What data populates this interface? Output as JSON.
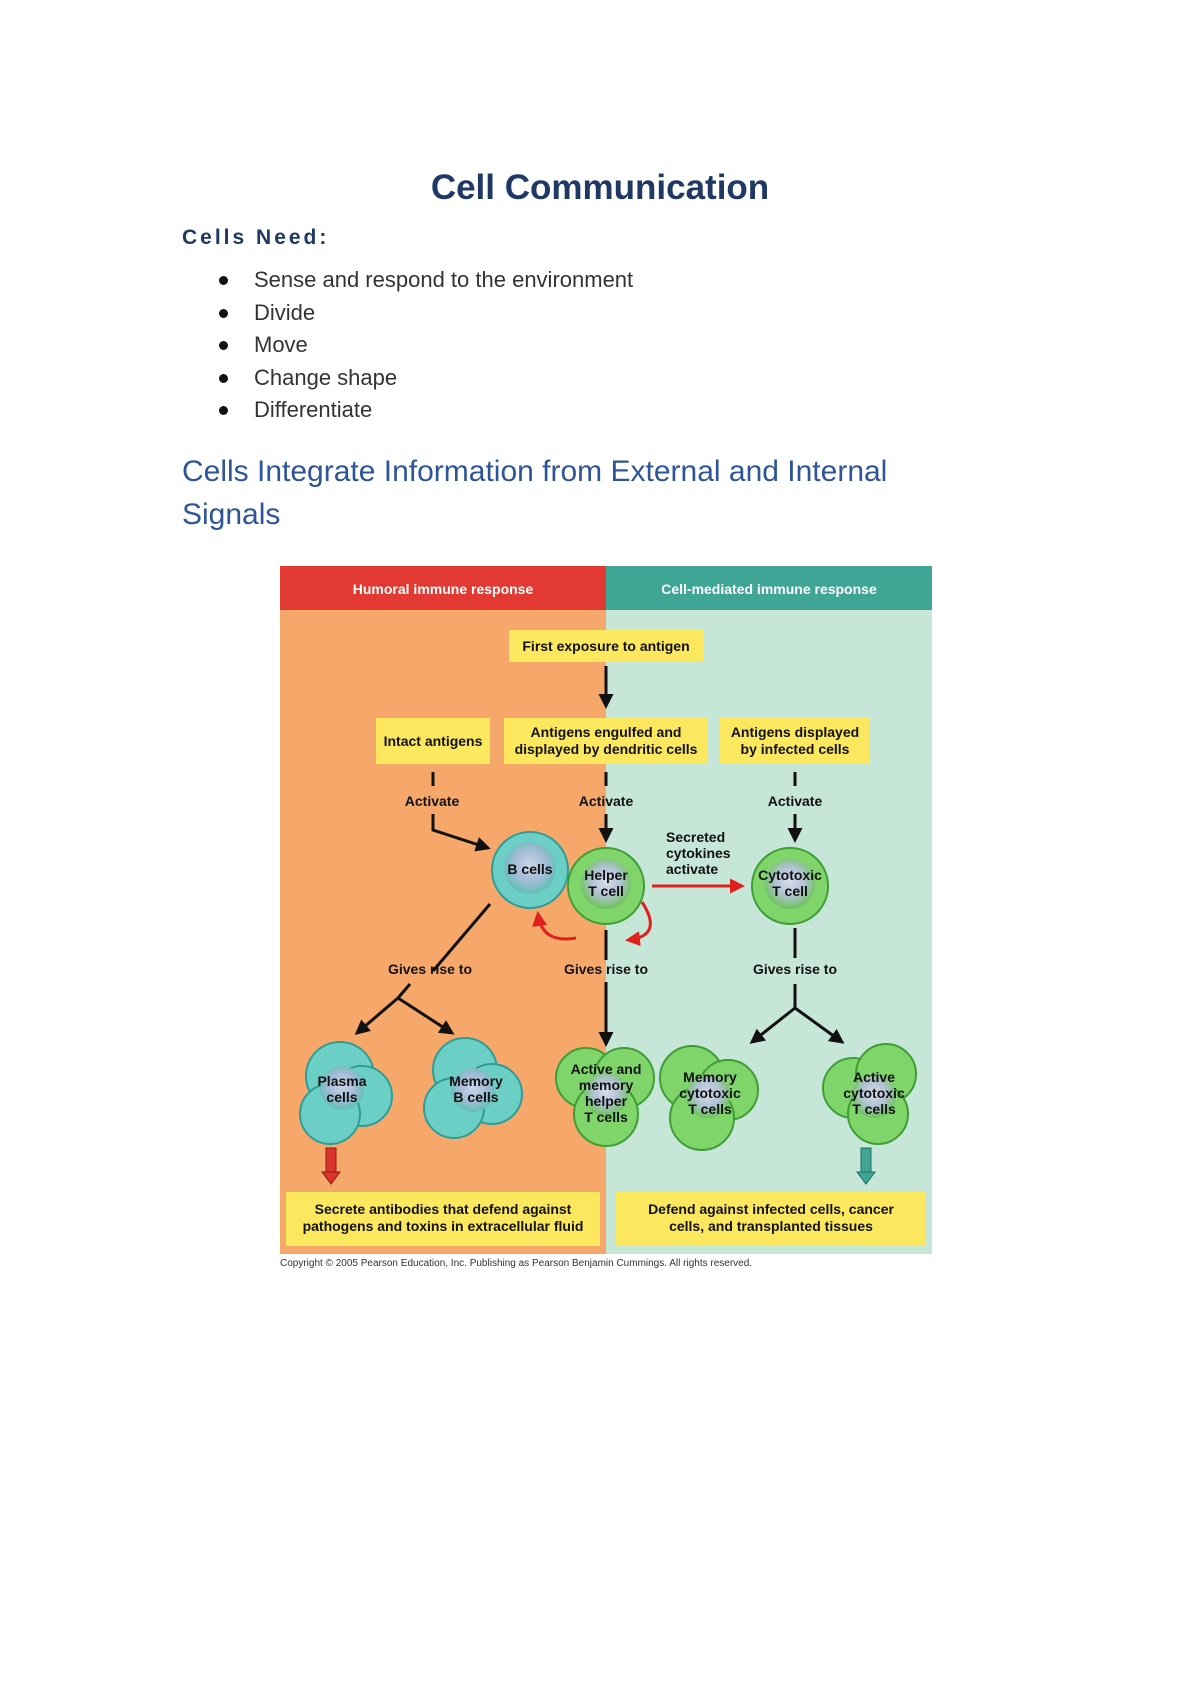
{
  "document": {
    "title": "Cell Communication",
    "subheading": "Cells Need:",
    "bullets": [
      "Sense and respond to the environment",
      "Divide",
      "Move",
      "Change shape",
      "Differentiate"
    ],
    "section_heading": "Cells Integrate Information from External and Internal Signals"
  },
  "figure": {
    "humoral_header": "Humoral immune response",
    "cell_mediated_header": "Cell-mediated immune response",
    "first_exposure": "First exposure to antigen",
    "intact_antigens": "Intact antigens",
    "engulfed_line1": "Antigens engulfed and",
    "engulfed_line2": "displayed by dendritic cells",
    "infected_line1": "Antigens displayed",
    "infected_line2": "by infected cells",
    "activate": "Activate",
    "secreted_line1": "Secreted",
    "secreted_line2": "cytokines",
    "secreted_line3": "activate",
    "b_cells": "B cells",
    "helper_line1": "Helper",
    "helper_line2": "T cell",
    "cytotoxic_line1": "Cytotoxic",
    "cytotoxic_line2": "T cell",
    "gives_rise_to": "Gives rise to",
    "plasma_line1": "Plasma",
    "plasma_line2": "cells",
    "memory_b_line1": "Memory",
    "memory_b_line2": "B cells",
    "active_memory_line1": "Active and",
    "active_memory_line2": "memory",
    "active_memory_line3": "helper",
    "active_memory_line4": "T cells",
    "memory_cyto_line1": "Memory",
    "memory_cyto_line2": "cytotoxic",
    "memory_cyto_line3": "T cells",
    "active_cyto_line1": "Active",
    "active_cyto_line2": "cytotoxic",
    "active_cyto_line3": "T cells",
    "secrete_line1": "Secrete antibodies that defend against",
    "secrete_line2": "pathogens and toxins in extracellular fluid",
    "defend_line1": "Defend against infected cells, cancer",
    "defend_line2": "cells, and transplanted tissues",
    "copyright": "Copyright © 2005 Pearson Education, Inc. Publishing as Pearson Benjamin Cummings. All rights reserved.",
    "colors": {
      "humoral_header": "#e23a33",
      "cell_mediated_header": "#3fa595",
      "humoral_bg": "#f6a86a",
      "cell_mediated_bg": "#c6e6d8",
      "label_box": "#fbe85e",
      "red_arrow": "#e0201c",
      "b_cell": "#8fd4d0",
      "t_cell": "#7fd26a"
    }
  }
}
